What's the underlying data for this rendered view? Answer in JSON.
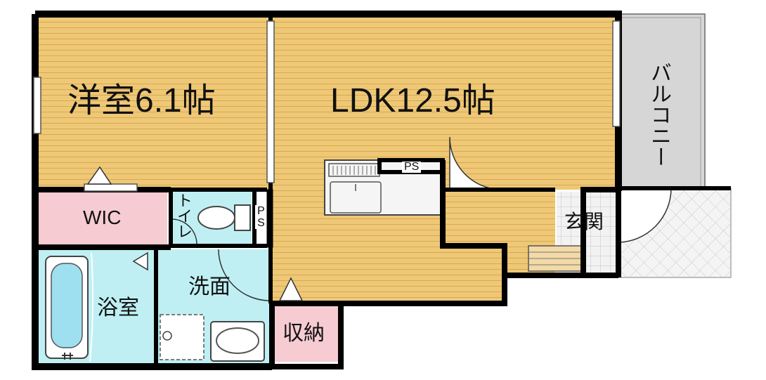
{
  "rooms": {
    "western_room": "洋室6.1帖",
    "ldk": "LDK12.5帖",
    "balcony": "バルコニー",
    "entrance": "玄関",
    "wic": "WIC",
    "toilet": "トイレ",
    "ps_toilet": "PS",
    "ps_kitchen": "PS",
    "bath": "浴室",
    "washroom": "洗面",
    "storage": "収納"
  },
  "colors": {
    "wood_floor": "#eec877",
    "wic": "#f6cbd2",
    "wet_area": "#bfeff3",
    "balcony": "#d6d6d6",
    "wall": "#000000"
  }
}
